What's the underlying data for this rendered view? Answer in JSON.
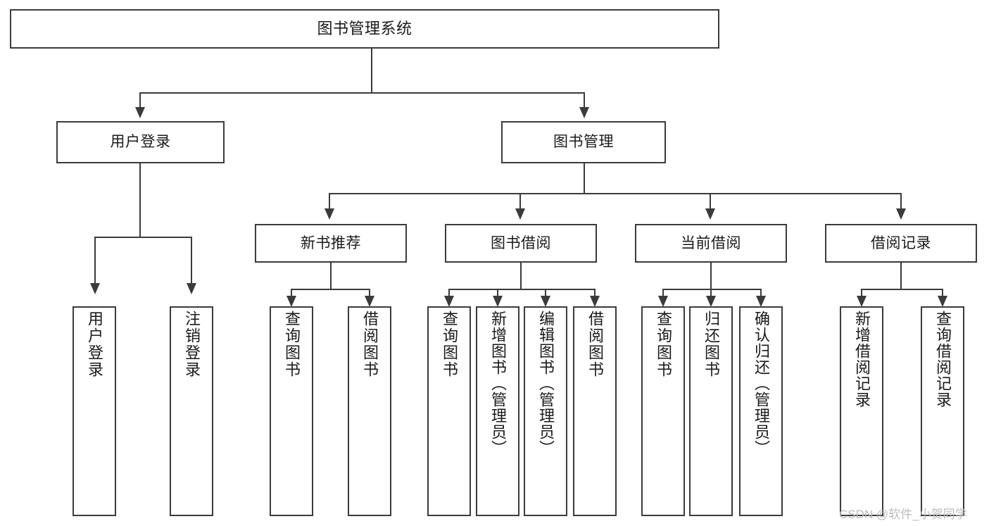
{
  "diagram": {
    "type": "tree",
    "title": "图书管理系统",
    "root": {
      "label": "图书管理系统"
    },
    "level1": [
      {
        "label": "用户登录"
      },
      {
        "label": "图书管理"
      }
    ],
    "level2": [
      {
        "label": "新书推荐"
      },
      {
        "label": "图书借阅"
      },
      {
        "label": "当前借阅"
      },
      {
        "label": "借阅记录"
      }
    ],
    "leaves": {
      "user_login": [
        {
          "label": "用户登录"
        },
        {
          "label": "注销登录"
        }
      ],
      "new_book_recommend": [
        {
          "label": "查询图书"
        },
        {
          "label": "借阅图书"
        }
      ],
      "book_borrow": [
        {
          "label": "查询图书"
        },
        {
          "label": "新增图书（管理员）"
        },
        {
          "label": "编辑图书（管理员）"
        },
        {
          "label": "借阅图书"
        }
      ],
      "current_borrow": [
        {
          "label": "查询图书"
        },
        {
          "label": "归还图书"
        },
        {
          "label": "确认归还（管理员）"
        }
      ],
      "borrow_record": [
        {
          "label": "新增借阅记录"
        },
        {
          "label": "查询借阅记录"
        }
      ]
    }
  },
  "watermark": {
    "text": "CSDN @软件_小贺同学"
  },
  "colors": {
    "stroke": "#3b3b3b",
    "background": "#ffffff",
    "text": "#1a1a1a",
    "watermark": "#bdbdbd"
  }
}
